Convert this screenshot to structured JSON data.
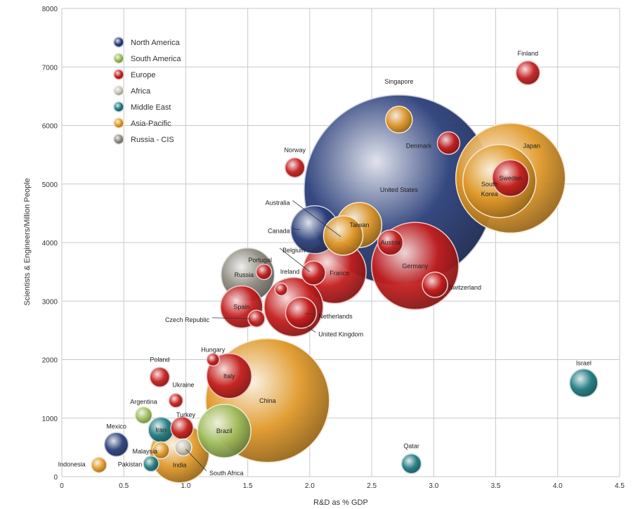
{
  "chart_data": {
    "type": "bubble",
    "xlabel": "R&D as % GDP",
    "ylabel": "Scientists & Engineers/Million People",
    "xlim": [
      0,
      4.5
    ],
    "ylim": [
      0,
      8000
    ],
    "xticks": [
      "0",
      "0.5",
      "1.0",
      "1.5",
      "2.0",
      "2.5",
      "3.0",
      "3.5",
      "4.0",
      "4.5"
    ],
    "yticks": [
      "0",
      "1000",
      "2000",
      "3000",
      "4000",
      "5000",
      "6000",
      "7000",
      "8000"
    ],
    "grid": true,
    "legend_position": "top-left",
    "legend": [
      {
        "name": "North America",
        "color": "#2b3f7a"
      },
      {
        "name": "South America",
        "color": "#9dbb5a"
      },
      {
        "name": "Europe",
        "color": "#c41e1e"
      },
      {
        "name": "Africa",
        "color": "#c8c6b8"
      },
      {
        "name": "Middle East",
        "color": "#1f7a80"
      },
      {
        "name": "Asia-Pacific",
        "color": "#e0992a"
      },
      {
        "name": "Russia - CIS",
        "color": "#8e8a80"
      }
    ],
    "points": [
      {
        "label": "United States",
        "region": "North America",
        "x": 2.72,
        "y": 4900,
        "r": 135
      },
      {
        "label": "Japan",
        "region": "Asia-Pacific",
        "x": 3.62,
        "y": 5100,
        "r": 78
      },
      {
        "label": "China",
        "region": "Asia-Pacific",
        "x": 1.66,
        "y": 1300,
        "r": 88
      },
      {
        "label": "Germany",
        "region": "Europe",
        "x": 2.85,
        "y": 3600,
        "r": 62
      },
      {
        "label": "South Korea",
        "region": "Asia-Pacific",
        "x": 3.53,
        "y": 5050,
        "r": 52
      },
      {
        "label": "France",
        "region": "Europe",
        "x": 2.2,
        "y": 3500,
        "r": 45
      },
      {
        "label": "United Kingdom",
        "region": "Europe",
        "x": 1.87,
        "y": 2900,
        "r": 42
      },
      {
        "label": "India",
        "region": "Asia-Pacific",
        "x": 0.95,
        "y": 400,
        "r": 42
      },
      {
        "label": "Russia",
        "region": "Russia - CIS",
        "x": 1.5,
        "y": 3450,
        "r": 38
      },
      {
        "label": "Brazil",
        "region": "South America",
        "x": 1.31,
        "y": 780,
        "r": 38
      },
      {
        "label": "Canada",
        "region": "North America",
        "x": 2.04,
        "y": 4220,
        "r": 34
      },
      {
        "label": "Italy",
        "region": "Europe",
        "x": 1.35,
        "y": 1720,
        "r": 32
      },
      {
        "label": "Taiwan",
        "region": "Asia-Pacific",
        "x": 2.4,
        "y": 4300,
        "r": 32
      },
      {
        "label": "Australia",
        "region": "Asia-Pacific",
        "x": 2.27,
        "y": 4120,
        "r": 28
      },
      {
        "label": "Spain",
        "region": "Europe",
        "x": 1.45,
        "y": 2900,
        "r": 30
      },
      {
        "label": "Sweden",
        "region": "Europe",
        "x": 3.62,
        "y": 5100,
        "r": 26
      },
      {
        "label": "Netherlands",
        "region": "Europe",
        "x": 1.93,
        "y": 2800,
        "r": 22
      },
      {
        "label": "Mexico",
        "region": "North America",
        "x": 0.44,
        "y": 550,
        "r": 17
      },
      {
        "label": "Iran",
        "region": "Middle East",
        "x": 0.8,
        "y": 800,
        "r": 18
      },
      {
        "label": "Turkey",
        "region": "Europe",
        "x": 0.97,
        "y": 830,
        "r": 16
      },
      {
        "label": "Israel",
        "region": "Middle East",
        "x": 4.21,
        "y": 1600,
        "r": 20
      },
      {
        "label": "Singapore",
        "region": "Asia-Pacific",
        "x": 2.72,
        "y": 6100,
        "r": 19
      },
      {
        "label": "Austria",
        "region": "Europe",
        "x": 2.65,
        "y": 4000,
        "r": 18
      },
      {
        "label": "Switzerland",
        "region": "Europe",
        "x": 3.01,
        "y": 3280,
        "r": 18
      },
      {
        "label": "Belgium",
        "region": "Europe",
        "x": 2.03,
        "y": 3480,
        "r": 17
      },
      {
        "label": "Finland",
        "region": "Europe",
        "x": 3.76,
        "y": 6900,
        "r": 17
      },
      {
        "label": "Denmark",
        "region": "Europe",
        "x": 3.12,
        "y": 5700,
        "r": 16
      },
      {
        "label": "Norway",
        "region": "Europe",
        "x": 1.88,
        "y": 5280,
        "r": 14
      },
      {
        "label": "Poland",
        "region": "Europe",
        "x": 0.79,
        "y": 1700,
        "r": 14
      },
      {
        "label": "Qatar",
        "region": "Middle East",
        "x": 2.82,
        "y": 220,
        "r": 14
      },
      {
        "label": "Czech Republic",
        "region": "Europe",
        "x": 1.57,
        "y": 2700,
        "r": 12
      },
      {
        "label": "Malaysia",
        "region": "Asia-Pacific",
        "x": 0.8,
        "y": 450,
        "r": 12
      },
      {
        "label": "Argentina",
        "region": "South America",
        "x": 0.66,
        "y": 1050,
        "r": 12
      },
      {
        "label": "South Africa",
        "region": "Africa",
        "x": 0.98,
        "y": 500,
        "r": 12
      },
      {
        "label": "Portugal",
        "region": "Europe",
        "x": 1.63,
        "y": 3500,
        "r": 11
      },
      {
        "label": "Pakistan",
        "region": "Middle East",
        "x": 0.72,
        "y": 220,
        "r": 11
      },
      {
        "label": "Indonesia",
        "region": "Asia-Pacific",
        "x": 0.3,
        "y": 200,
        "r": 11
      },
      {
        "label": "Ukraine",
        "region": "Europe",
        "x": 0.92,
        "y": 1300,
        "r": 10
      },
      {
        "label": "Ireland",
        "region": "Europe",
        "x": 1.77,
        "y": 3200,
        "r": 9
      },
      {
        "label": "Hungary",
        "region": "Europe",
        "x": 1.22,
        "y": 2000,
        "r": 9
      }
    ],
    "annotations": [
      {
        "text": "United States",
        "for": "United States",
        "tx": 2.72,
        "ty": 4900,
        "anchor": "middle"
      },
      {
        "text": "Japan",
        "for": "Japan",
        "tx": 3.79,
        "ty": 5650,
        "anchor": "middle"
      },
      {
        "text": "China",
        "for": "China",
        "tx": 1.66,
        "ty": 1300,
        "anchor": "middle"
      },
      {
        "text": "Germany",
        "for": "Germany",
        "tx": 2.85,
        "ty": 3600,
        "anchor": "middle"
      },
      {
        "text": "South",
        "for": "South Korea",
        "tx": 3.45,
        "ty": 5000,
        "anchor": "middle"
      },
      {
        "text": "Korea",
        "for": "South Korea",
        "tx": 3.45,
        "ty": 4830,
        "anchor": "middle"
      },
      {
        "text": "France",
        "for": "France",
        "tx": 2.24,
        "ty": 3480,
        "anchor": "middle"
      },
      {
        "text": "Russia",
        "for": "Russia",
        "tx": 1.47,
        "ty": 3450,
        "anchor": "middle"
      },
      {
        "text": "Brazil",
        "for": "Brazil",
        "tx": 1.31,
        "ty": 780,
        "anchor": "middle"
      },
      {
        "text": "Italy",
        "for": "Italy",
        "tx": 1.35,
        "ty": 1720,
        "anchor": "middle"
      },
      {
        "text": "Taiwan",
        "for": "Taiwan",
        "tx": 2.4,
        "ty": 4300,
        "anchor": "middle"
      },
      {
        "text": "Spain",
        "for": "Spain",
        "tx": 1.45,
        "ty": 2900,
        "anchor": "middle"
      },
      {
        "text": "Sweden",
        "for": "Sweden",
        "tx": 3.62,
        "ty": 5100,
        "anchor": "middle"
      },
      {
        "text": "Austria",
        "for": "Austria",
        "tx": 2.65,
        "ty": 4000,
        "anchor": "middle"
      },
      {
        "text": "Iran",
        "for": "Iran",
        "tx": 0.8,
        "ty": 800,
        "anchor": "middle"
      },
      {
        "text": "India",
        "for": "India",
        "tx": 0.95,
        "ty": 200,
        "anchor": "middle"
      },
      {
        "text": "Finland",
        "for": "Finland",
        "tx": 3.76,
        "ty": 7230,
        "anchor": "middle"
      },
      {
        "text": "Singapore",
        "for": "Singapore",
        "tx": 2.72,
        "ty": 6750,
        "anchor": "middle"
      },
      {
        "text": "Denmark",
        "for": "Denmark",
        "tx": 2.88,
        "ty": 5650,
        "anchor": "middle"
      },
      {
        "text": "Norway",
        "for": "Norway",
        "tx": 1.88,
        "ty": 5580,
        "anchor": "middle"
      },
      {
        "text": "Israel",
        "for": "Israel",
        "tx": 4.21,
        "ty": 1940,
        "anchor": "middle"
      },
      {
        "text": "Qatar",
        "for": "Qatar",
        "tx": 2.82,
        "ty": 520,
        "anchor": "middle"
      },
      {
        "text": "Hungary",
        "for": "Hungary",
        "tx": 1.22,
        "ty": 2170,
        "anchor": "middle"
      },
      {
        "text": "Poland",
        "for": "Poland",
        "tx": 0.79,
        "ty": 2000,
        "anchor": "middle"
      },
      {
        "text": "Ukraine",
        "for": "Ukraine",
        "tx": 0.98,
        "ty": 1570,
        "anchor": "middle"
      },
      {
        "text": "Argentina",
        "for": "Argentina",
        "tx": 0.66,
        "ty": 1280,
        "anchor": "middle"
      },
      {
        "text": "Turkey",
        "for": "Turkey",
        "tx": 1.0,
        "ty": 1060,
        "anchor": "middle"
      },
      {
        "text": "Mexico",
        "for": "Mexico",
        "tx": 0.44,
        "ty": 860,
        "anchor": "middle"
      },
      {
        "text": "Malaysia",
        "for": "Malaysia",
        "tx": 0.67,
        "ty": 430,
        "anchor": "middle"
      },
      {
        "text": "Pakistan",
        "for": "Pakistan",
        "tx": 0.55,
        "ty": 210,
        "anchor": "middle"
      },
      {
        "text": "Indonesia",
        "for": "Indonesia",
        "tx": 0.08,
        "ty": 210,
        "anchor": "middle"
      },
      {
        "text": "Australia",
        "for": "Australia",
        "tx": 1.84,
        "ty": 4680,
        "anchor": "end",
        "lx": 2.25,
        "ly": 4100
      },
      {
        "text": "Canada",
        "for": "Canada",
        "tx": 1.84,
        "ty": 4200,
        "anchor": "end",
        "lx": 1.92,
        "ly": 4220
      },
      {
        "text": "Belgium",
        "for": "Belgium",
        "tx": 1.78,
        "ty": 3870,
        "anchor": "start",
        "lx": 2.0,
        "ly": 3500
      },
      {
        "text": "Portugal",
        "for": "Portugal",
        "tx": 1.6,
        "ty": 3700,
        "anchor": "middle"
      },
      {
        "text": "Ireland",
        "for": "Ireland",
        "tx": 1.84,
        "ty": 3500,
        "anchor": "middle"
      },
      {
        "text": "Czech Republic",
        "for": "Czech Republic",
        "tx": 1.19,
        "ty": 2680,
        "anchor": "end",
        "lx": 1.52,
        "ly": 2700
      },
      {
        "text": "Netherlands",
        "for": "Netherlands",
        "tx": 2.07,
        "ty": 2740,
        "anchor": "start",
        "lx": 1.96,
        "ly": 2790
      },
      {
        "text": "United Kingdom",
        "for": "United Kingdom",
        "tx": 2.07,
        "ty": 2430,
        "anchor": "start",
        "lx": 1.98,
        "ly": 2560
      },
      {
        "text": "Switzerland",
        "for": "Switzerland",
        "tx": 3.12,
        "ty": 3230,
        "anchor": "start",
        "lx": 3.08,
        "ly": 3270
      },
      {
        "text": "South Africa",
        "for": "South Africa",
        "tx": 1.19,
        "ty": 60,
        "anchor": "start",
        "lx": 1.0,
        "ly": 470
      }
    ]
  }
}
